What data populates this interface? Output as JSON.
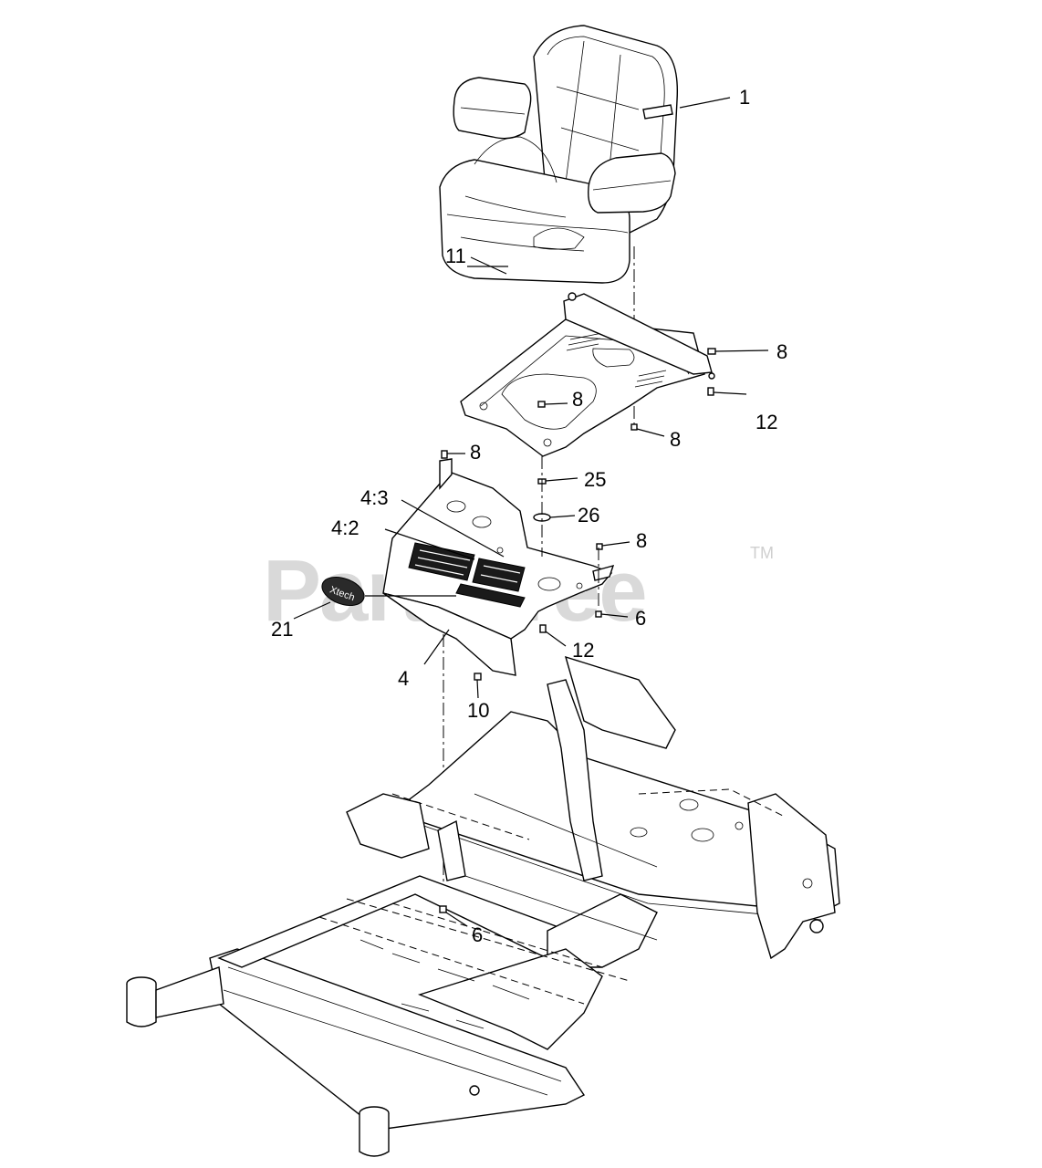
{
  "watermark": {
    "text": "PartsTree",
    "tm": "TM"
  },
  "callouts": {
    "seat": "1",
    "seat_plate": "11",
    "bolt_8_a": "8",
    "bolt_8_b": "8",
    "bolt_8_c": "8",
    "bolt_8_d": "8",
    "bolt_8_e": "8",
    "bolt_12_a": "12",
    "bolt_12_b": "12",
    "item_25": "25",
    "item_26": "26",
    "label_4_3": "4:3",
    "label_4_2": "4:2",
    "emblem_21": "21",
    "item_6_a": "6",
    "item_6_b": "6",
    "console_4": "4",
    "item_10": "10"
  },
  "emblem_text": "Xtech"
}
